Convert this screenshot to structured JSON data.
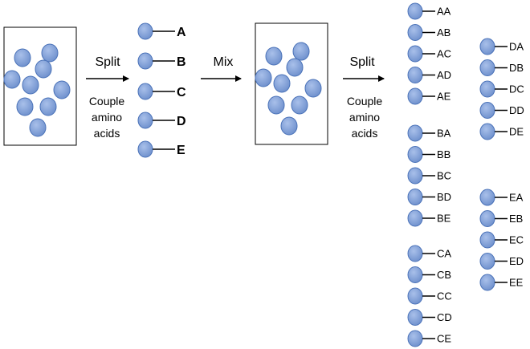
{
  "colors": {
    "bead_fill": "#7f9fd6",
    "bead_stroke": "#4a72b8",
    "line": "#000000",
    "box_border": "#000000"
  },
  "steps": {
    "split1": "Split",
    "couple1": [
      "Couple",
      "amino",
      "acids"
    ],
    "mix": "Mix",
    "split2": "Split",
    "couple2": [
      "Couple",
      "amino",
      "acids"
    ]
  },
  "first_round_labels": [
    "A",
    "B",
    "C",
    "D",
    "E"
  ],
  "second_round_groups": [
    [
      "AA",
      "AB",
      "AC",
      "AD",
      "AE"
    ],
    [
      "BA",
      "BB",
      "BC",
      "BD",
      "BE"
    ],
    [
      "CA",
      "CB",
      "CC",
      "CD",
      "CE"
    ],
    [
      "DA",
      "DB",
      "DC",
      "DD",
      "DE"
    ],
    [
      "EA",
      "EB",
      "EC",
      "ED",
      "EE"
    ]
  ]
}
